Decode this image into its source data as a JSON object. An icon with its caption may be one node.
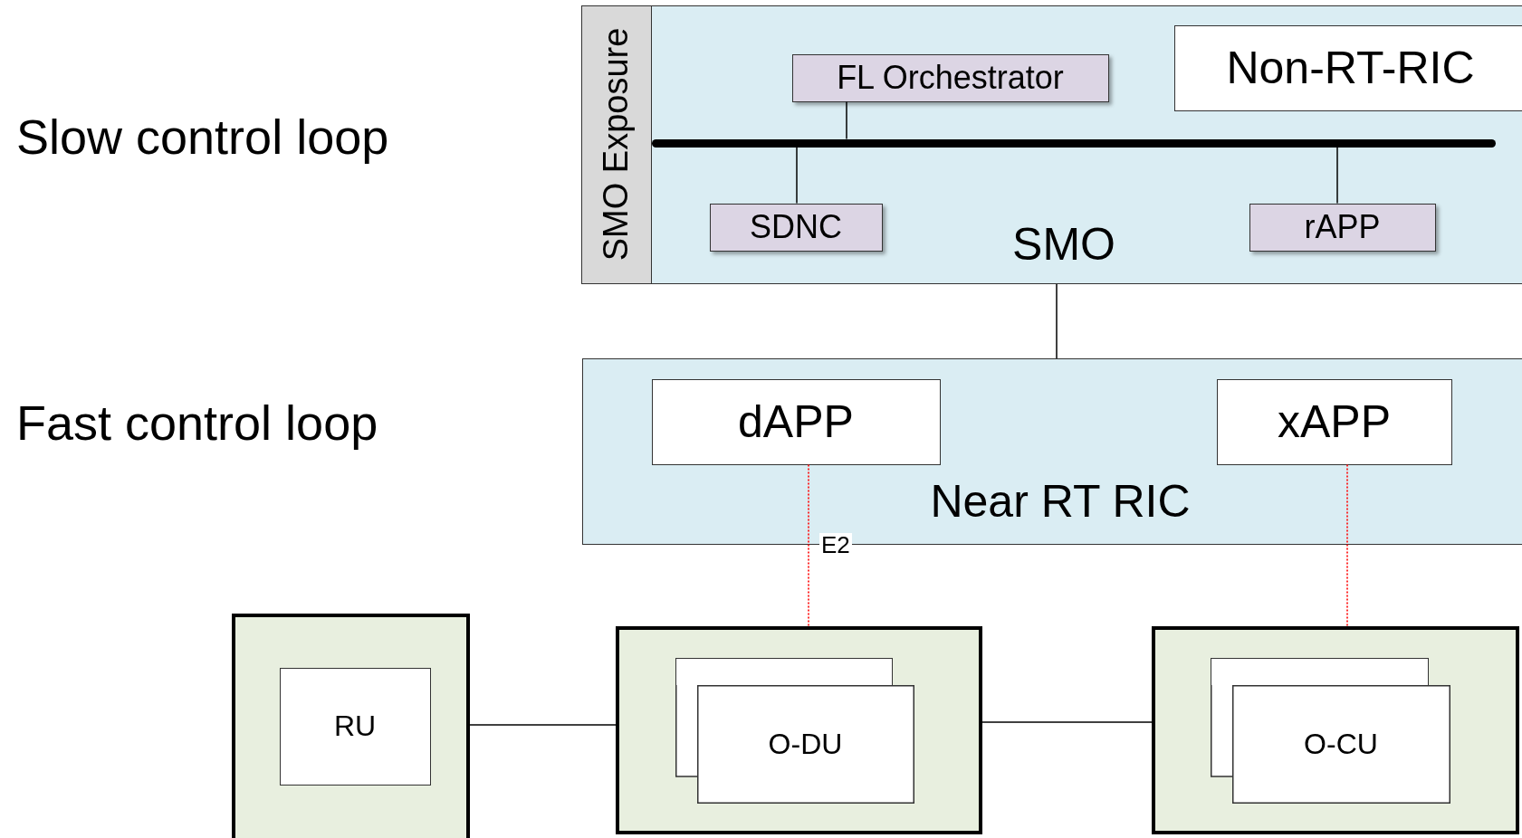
{
  "diagram": {
    "nodes": [
      {
        "text": [
          "SMO"
        ]
      },
      {
        "text": [
          "SMO Exposure"
        ],
        "in": 0
      },
      {
        "text": [
          "FL Orchestrator"
        ],
        "in": 0
      },
      {
        "text": [
          "Non-RT-RIC"
        ],
        "in": 0
      },
      {
        "text": [],
        "shape": "bar",
        "in": 0
      },
      {
        "text": [
          "SDNC"
        ],
        "in": 0
      },
      {
        "text": [
          "rAPP"
        ],
        "in": 0
      },
      {
        "text": [
          "Near RT RIC"
        ]
      },
      {
        "text": [
          "dAPP"
        ],
        "in": 7
      },
      {
        "text": [
          "xAPP"
        ],
        "in": 7
      },
      {
        "text": [],
        "shape": "box"
      },
      {
        "text": [
          "RU"
        ],
        "in": 10
      },
      {
        "text": [],
        "shape": "box"
      },
      {
        "text": [],
        "shape": "box",
        "in": 12
      },
      {
        "text": [
          "O-DU"
        ],
        "in": 12
      },
      {
        "text": [],
        "shape": "box"
      },
      {
        "text": [],
        "shape": "box",
        "in": 15
      },
      {
        "text": [
          "O-CU"
        ],
        "in": 15
      }
    ],
    "edges": [
      {
        "from": 2,
        "to": 4,
        "arrow": "none"
      },
      {
        "from": 5,
        "to": 4,
        "arrow": "none"
      },
      {
        "from": 6,
        "to": 4,
        "arrow": "none"
      },
      {
        "from": 0,
        "to": 7,
        "arrow": "none"
      },
      {
        "from": 8,
        "to": 12,
        "arrow": "none",
        "label": "E2",
        "style": "dashed",
        "color": "#ff0000"
      },
      {
        "from": 9,
        "to": 15,
        "arrow": "none",
        "style": "dashed",
        "color": "#ff0000"
      },
      {
        "from": 10,
        "to": 12,
        "arrow": "none"
      },
      {
        "from": 12,
        "to": 15,
        "arrow": "none"
      }
    ],
    "labels": [
      "Slow control loop",
      "Fast control loop"
    ]
  }
}
